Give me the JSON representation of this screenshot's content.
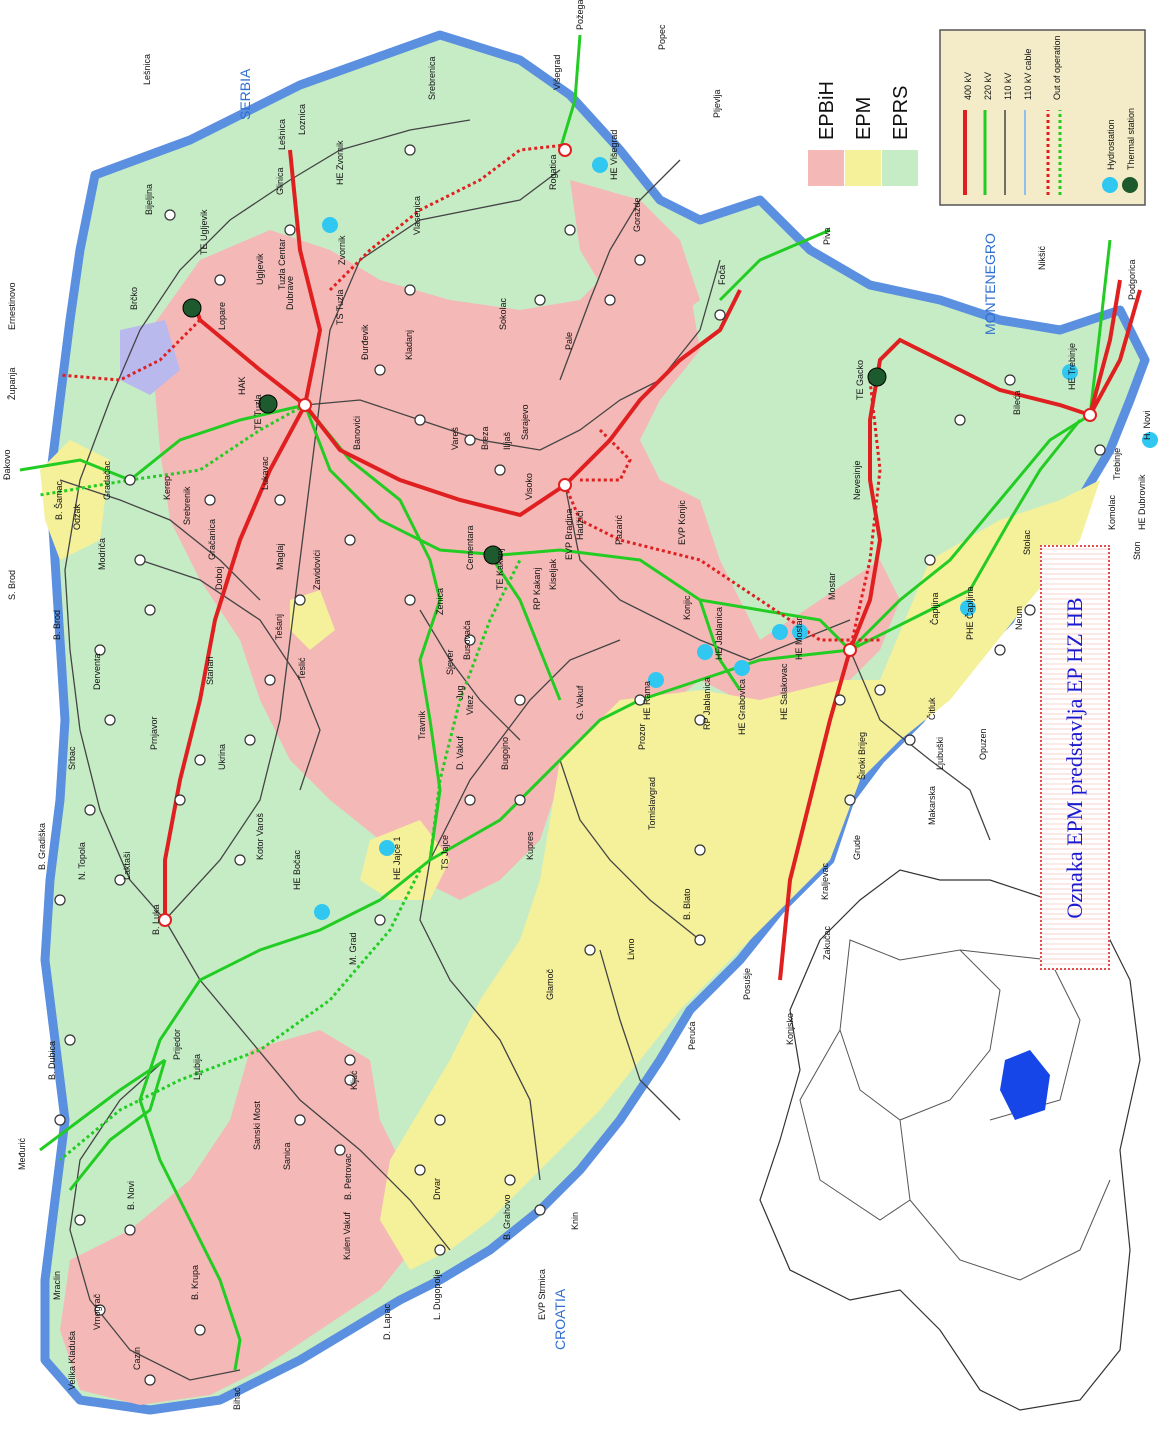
{
  "countries": {
    "serbia": "SERBIA",
    "montenegro": "MONTENEGRO",
    "croatia": "CROATIA"
  },
  "regions": {
    "epbih": "EPBiH",
    "epm": "EPM",
    "eprs": "EPRS"
  },
  "colors": {
    "epbih": "#f4b8b6",
    "epm": "#f5f09a",
    "eprs": "#c6ecc6",
    "border": "#5b8fe0",
    "kv400": "#e02020",
    "kv220": "#22cc22",
    "kv110": "#444444",
    "cable": "#6fb0ff",
    "hydro": "#30c8f0",
    "thermal": "#1d5b2e"
  },
  "legend": {
    "kv400": "400 kV",
    "kv220": "220 kV",
    "kv110": "110 kV",
    "kv110cable": "110 kV cable",
    "out_of_operation": "Out of operation",
    "hydrostation": "Hydrostation",
    "thermal_station": "Thermal station"
  },
  "annotation": "Oznaka EPM predstavlja EP HZ HB",
  "places": [
    "Požega",
    "Popec",
    "Pljevlja",
    "Višegrad",
    "HE Višegrad",
    "Rogatica",
    "Goražde",
    "Foča",
    "Piva",
    "Sokolac",
    "Pale",
    "Sarajevo",
    "Srebrenica",
    "Vlasenica",
    "Zvornik",
    "HE Zvornik",
    "Lešnica",
    "Loznica",
    "Lešnica",
    "Bijeljina",
    "Glinica",
    "Ugljevik",
    "TE Ugljevik",
    "Ernestinovo",
    "Brčko",
    "Lopare",
    "Tuzla Centar",
    "Dubrave",
    "TS Tuzla",
    "HAK",
    "TE Tuzla",
    "Đurđevik",
    "Kladanj",
    "Županja",
    "Đakovo",
    "B. Šamac",
    "Gradačac",
    "Kerep",
    "Srebrenik",
    "Gračanica",
    "Lukavac",
    "Banovići",
    "Vareš",
    "Breza",
    "Ilijaš",
    "Visoko",
    "Pazarić",
    "EVP Konjic",
    "Hadžići",
    "EVP Bradina",
    "Kiseljak",
    "Odžak",
    "Modriča",
    "S. Brod",
    "B. Brod",
    "Derventa",
    "Doboj",
    "Maglaj",
    "Zavidovići",
    "Tešanj",
    "Teslić",
    "Zenica",
    "TE Kakanj",
    "Cementara",
    "RP Kakanj",
    "Busovača",
    "Jug",
    "Sjever",
    "Travnik",
    "Vitez",
    "Konjic",
    "HE Jablanica",
    "RP Jablanica",
    "HE Rama",
    "G. Vakuf",
    "Prozor",
    "HE Grabovica",
    "HE Salakovac",
    "HE Mostar",
    "Mostar",
    "Nevesinje",
    "TE Gacko",
    "Bileća",
    "HE Trebinje",
    "Trebinje",
    "Nikšić",
    "Podgorica",
    "HE Dubrovnik",
    "Komolac",
    "H. Novi",
    "Ston",
    "Neum",
    "Čapljina",
    "PHE Čapljina",
    "Stolac",
    "Čitluk",
    "Ljubuški",
    "Široki Brijeg",
    "Grude",
    "Opuzen",
    "Makarska",
    "Zakučac",
    "Konjsko",
    "Kraljevac",
    "Posušje",
    "Tomislavgrad",
    "B. Blato",
    "Livno",
    "Peruća",
    "Glamoč",
    "Kupres",
    "Bugojno",
    "D. Vakuf",
    "HE Jajce 1",
    "TS Jajce",
    "M. Grad",
    "HE Bočac",
    "Kotor Varoš",
    "Ukrina",
    "Stanari",
    "Prnjavor",
    "Srbac",
    "B. Gradiška",
    "N. Topola",
    "Laktaši",
    "B. Luka",
    "B. Dubica",
    "Prijedor",
    "Ljubija",
    "Kljuć",
    "Sanski Most",
    "B. Petrovac",
    "Sanica",
    "Drvar",
    "B. Grahovo",
    "Knin",
    "B. Novi",
    "Cazin",
    "Velika Kladuša",
    "Vrnograč",
    "Bihać",
    "B. Krupa",
    "Kulen Vakuf",
    "D. Lapac",
    "L. Dugopolje",
    "EVP Strmica",
    "Mraclin",
    "Međurić"
  ]
}
